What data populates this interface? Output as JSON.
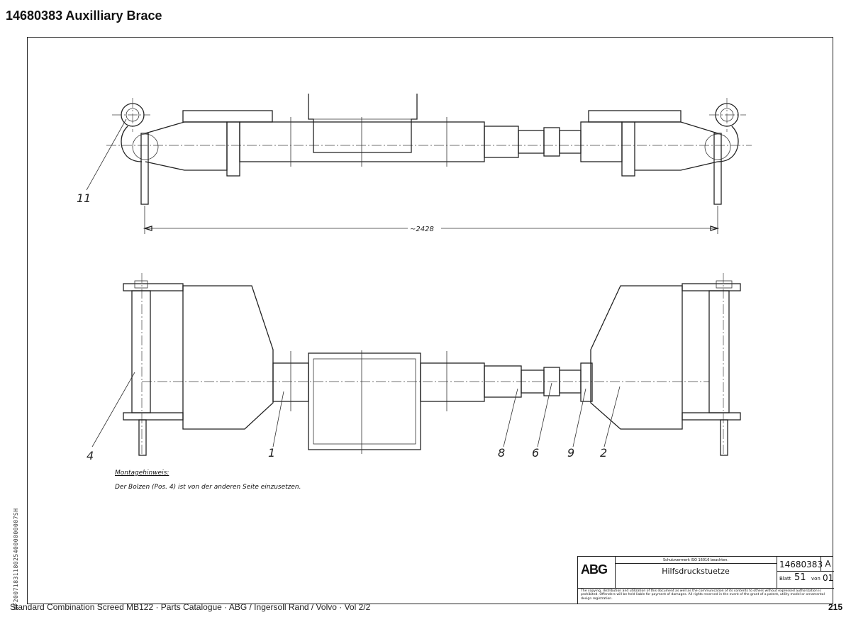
{
  "header": {
    "title": "14680383  Auxilliary Brace"
  },
  "drawing": {
    "dimension_label": "~2428",
    "position_labels": {
      "top_view": [
        "11"
      ],
      "bottom_view": [
        "4",
        "1",
        "8",
        "6",
        "9",
        "2"
      ]
    },
    "note": {
      "heading": "Montagehinweis:",
      "text": "Der Bolzen (Pos. 4)  ist von der anderen Seite einzusetzen."
    },
    "side_code": "WF20071831180254000000007SH"
  },
  "title_block": {
    "logo": "ABG",
    "copyright_note": "Schutzvermerk ISO 16016 beachten.",
    "drawing_name": "Hilfsdruckstuetze",
    "drawing_number": "14680383",
    "revision": "A",
    "sheet_label": "Blatt",
    "sheet_number": "51",
    "of_label": "von",
    "sheet_total": "01",
    "legal_text": "The copying, distribution and utilization of this document as well as the communication of its contents to others without expressed authorization is prohibited. Offenders will be held liable for payment of damages. All rights reserved in the event of the grant of a patent, utility model or ornamental design registration."
  },
  "footer": {
    "left": "Standard Combination Screed MB122  ·  Parts Catalogue  ·  ABG / Ingersoll Rand / Volvo  ·  Vol 2/2",
    "page_number": "215"
  }
}
